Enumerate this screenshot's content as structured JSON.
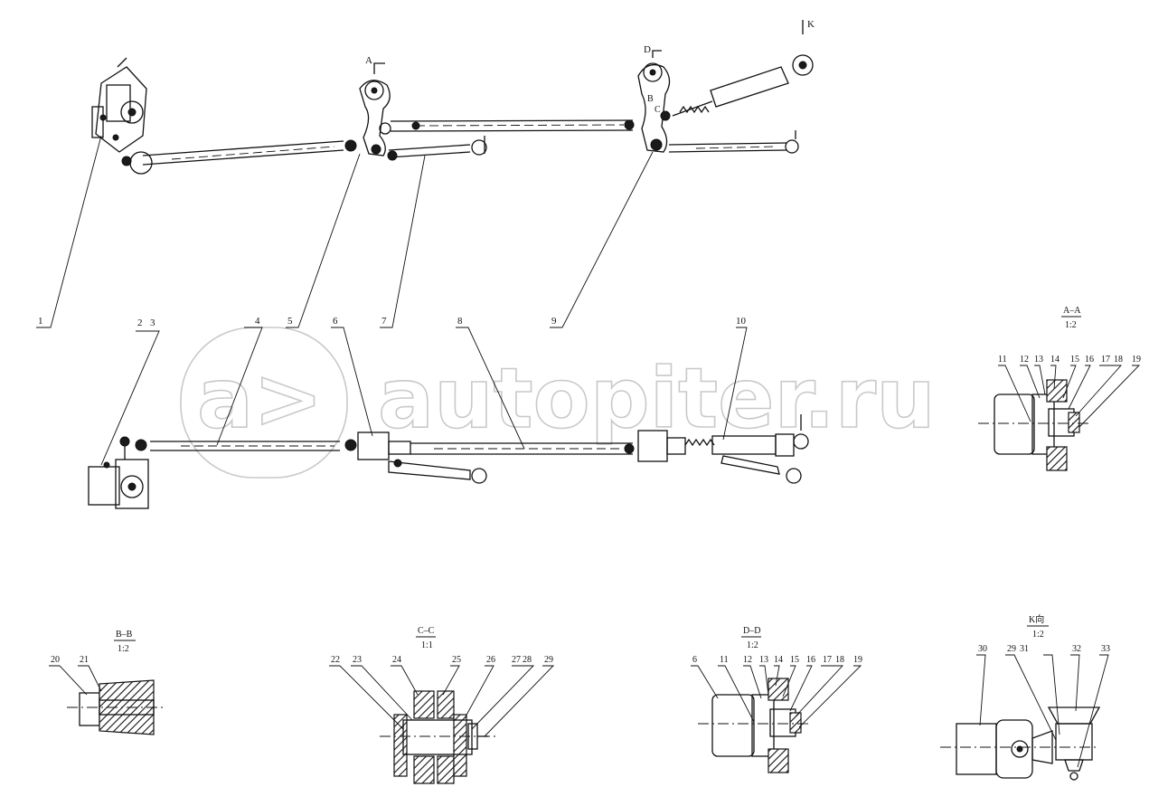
{
  "watermark": {
    "symbol": "a>",
    "text": "autopiter.ru"
  },
  "view_markers": {
    "k_arrow": "K",
    "a_arrow": "A",
    "d_arrow": "D",
    "b_mark": "B",
    "c_mark": "C"
  },
  "callouts": {
    "top": [
      "1",
      "5",
      "7",
      "9"
    ],
    "middle": [
      "2",
      "3",
      "4",
      "5",
      "6",
      "7",
      "8",
      "9",
      "10"
    ],
    "aa": [
      "11",
      "12",
      "13",
      "14",
      "15",
      "16",
      "17",
      "18",
      "19"
    ],
    "bb": [
      "20",
      "21"
    ],
    "cc": [
      "22",
      "23",
      "24",
      "25",
      "26",
      "27",
      "28",
      "29"
    ],
    "dd": [
      "6",
      "11",
      "12",
      "13",
      "14",
      "15",
      "16",
      "17",
      "18",
      "19"
    ],
    "k": [
      "30",
      "29",
      "31",
      "32",
      "33"
    ]
  },
  "sections": {
    "aa": {
      "title": "A–A",
      "scale": "1:2"
    },
    "bb": {
      "title": "B–B",
      "scale": "1:2"
    },
    "cc": {
      "title": "C–C",
      "scale": "1:1"
    },
    "dd": {
      "title": "D–D",
      "scale": "1:2"
    },
    "k": {
      "title": "K向",
      "scale": "1:2"
    }
  }
}
